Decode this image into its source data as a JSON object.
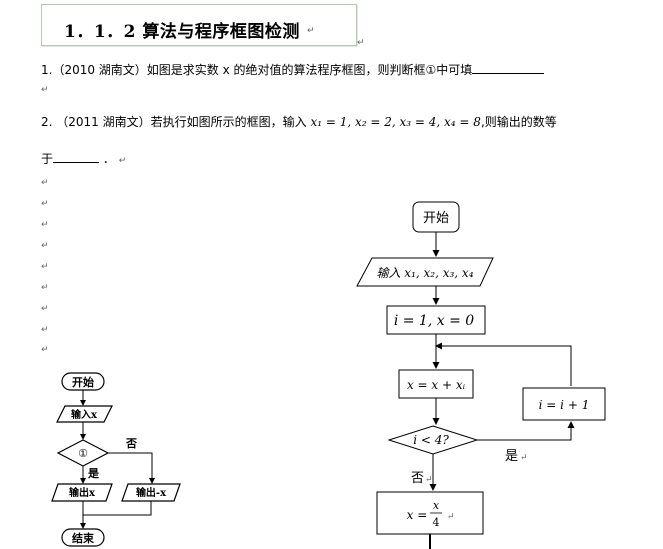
{
  "title": "1．1．2 算法与程序框图检测",
  "paragraph_mark": "↵",
  "q1": {
    "text": "1.（2010 湖南文）如图是求实数 x 的绝对值的算法程序框图，则判断框①中可填"
  },
  "q2": {
    "line1": "2. （2011 湖南文）若执行如图所示的框图，输入",
    "inputs": "x₁ = 1, x₂ = 2, x₃ = 4, x₄ = 8",
    "line1_end": ",则输出的数等",
    "line2_start": "于",
    "line2_end": "．"
  },
  "flow1": {
    "start": "开始",
    "input": "输入x",
    "decision": "①",
    "no": "否",
    "yes": "是",
    "out_left": "输出x",
    "out_right": "输出-x",
    "end": "结束"
  },
  "flow2": {
    "start": "开始",
    "input": "输入 x₁, x₂, x₃, x₄",
    "init": "i = 1, x = 0",
    "sum": "x = x + xᵢ",
    "incr": "i = i + 1",
    "cond": "i < 4?",
    "yes": "是",
    "no": "否",
    "out_prefix": "x =",
    "out_num": "x",
    "out_den": "4"
  }
}
